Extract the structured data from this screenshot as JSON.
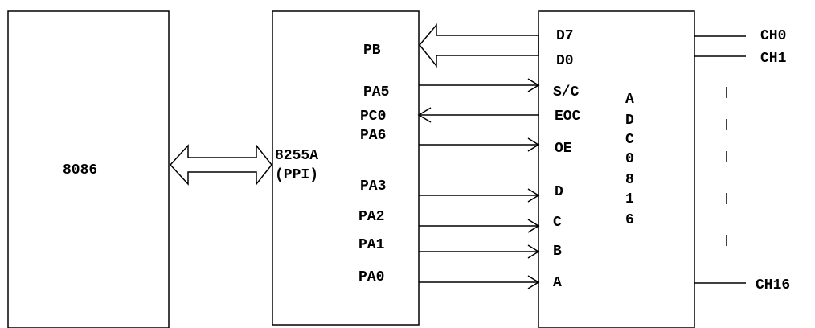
{
  "blocks": {
    "cpu": {
      "label": "8086"
    },
    "ppi": {
      "name": "8255A",
      "sub": "(PPI)"
    },
    "adc": {
      "letters": [
        "A",
        "D",
        "C",
        "0",
        "8",
        "1",
        "6"
      ]
    }
  },
  "ppi_pins": {
    "pb": "PB",
    "pa5": "PA5",
    "pc0": "PC0",
    "pa6": "PA6",
    "pa3": "PA3",
    "pa2": "PA2",
    "pa1": "PA1",
    "pa0": "PA0"
  },
  "adc_pins": {
    "d7": "D7",
    "d0": "D0",
    "sc": "S/C",
    "eoc": "EOC",
    "oe": "OE",
    "d": "D",
    "c": "C",
    "b": "B",
    "a": "A"
  },
  "channels": {
    "ch0": "CH0",
    "ch1": "CH1",
    "ch16": "CH16"
  }
}
